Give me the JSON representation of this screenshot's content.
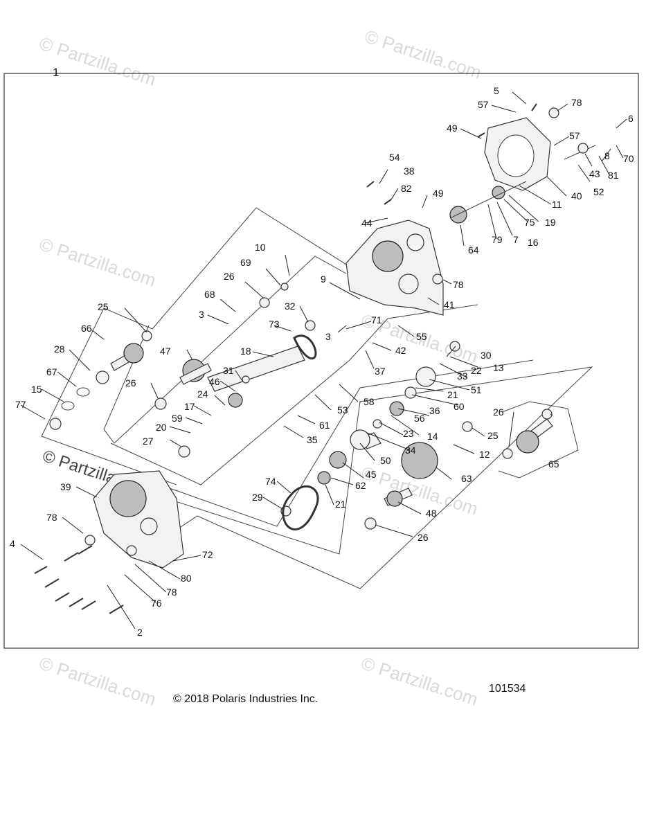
{
  "frame_label": "1",
  "diagram_number": "101534",
  "copyright": "© 2018 Polaris Industries Inc.",
  "watermark": "© Partzilla.com",
  "callouts": [
    "1",
    "2",
    "3",
    "3",
    "4",
    "5",
    "6",
    "7",
    "8",
    "9",
    "10",
    "11",
    "12",
    "13",
    "14",
    "15",
    "16",
    "17",
    "18",
    "19",
    "20",
    "21",
    "21",
    "22",
    "23",
    "24",
    "25",
    "25",
    "26",
    "26",
    "26",
    "26",
    "27",
    "28",
    "29",
    "30",
    "31",
    "32",
    "33",
    "34",
    "35",
    "36",
    "37",
    "38",
    "39",
    "40",
    "41",
    "42",
    "43",
    "44",
    "45",
    "46",
    "47",
    "48",
    "49",
    "49",
    "50",
    "51",
    "52",
    "53",
    "54",
    "55",
    "56",
    "57",
    "57",
    "58",
    "59",
    "60",
    "61",
    "62",
    "63",
    "64",
    "65",
    "66",
    "67",
    "68",
    "69",
    "70",
    "71",
    "72",
    "73",
    "74",
    "75",
    "76",
    "77",
    "78",
    "78",
    "78",
    "78",
    "79",
    "80",
    "81",
    "82"
  ]
}
